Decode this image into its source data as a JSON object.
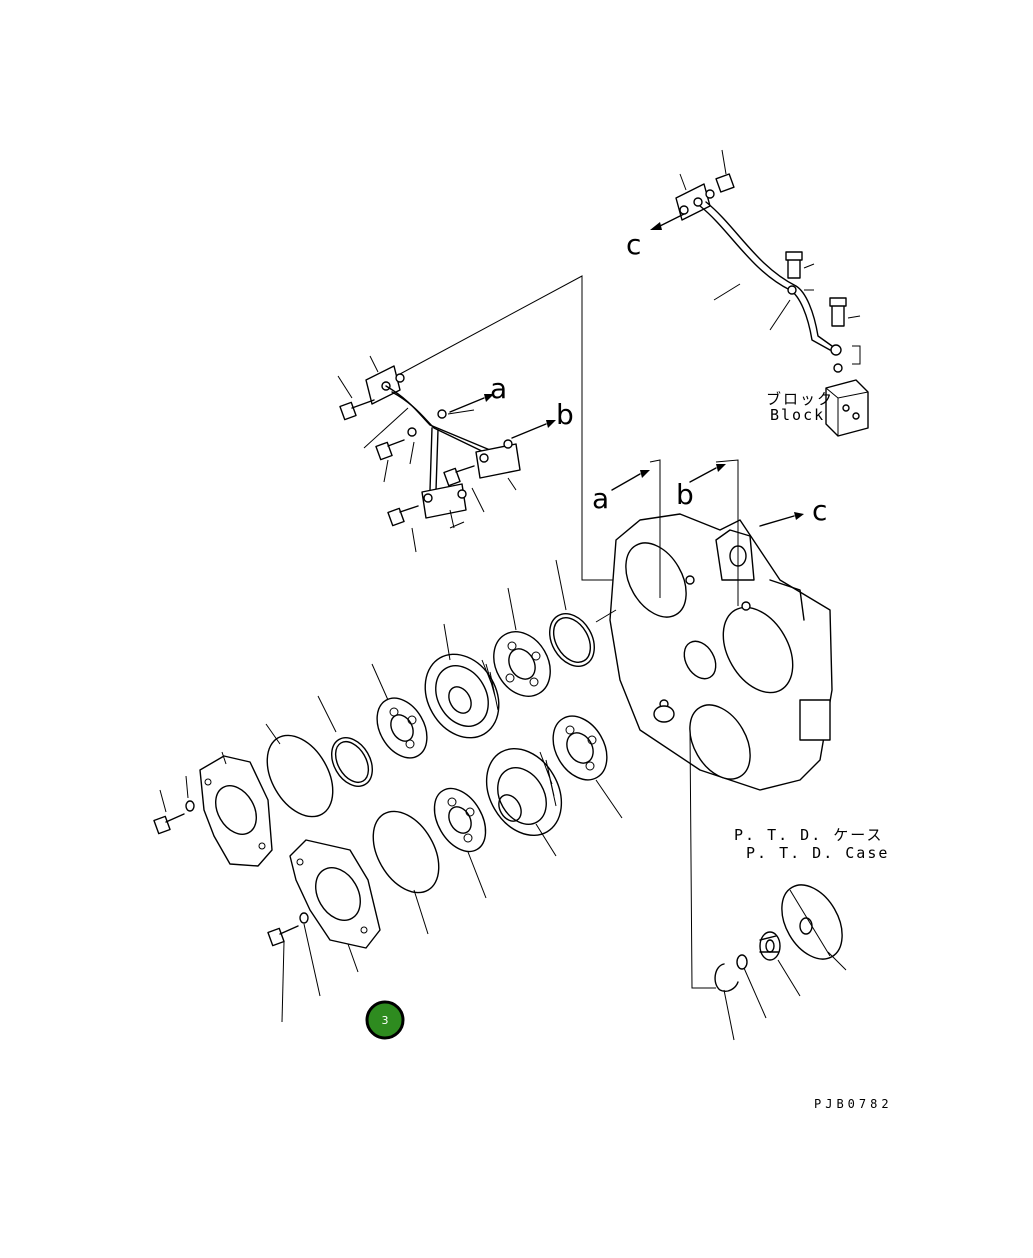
{
  "labels": {
    "arrow_a": "a",
    "arrow_b": "b",
    "arrow_c": "c",
    "case_a": "a",
    "case_b": "b",
    "case_c": "c",
    "block_jp": "ブロック",
    "block_en": "Block",
    "ptd_case_jp": "P. T. D. ケース",
    "ptd_case_en": "P. T. D. Case",
    "drawing_code": "PJB0782"
  },
  "hotspot": {
    "number": "3",
    "color": "#2e8b1f"
  }
}
